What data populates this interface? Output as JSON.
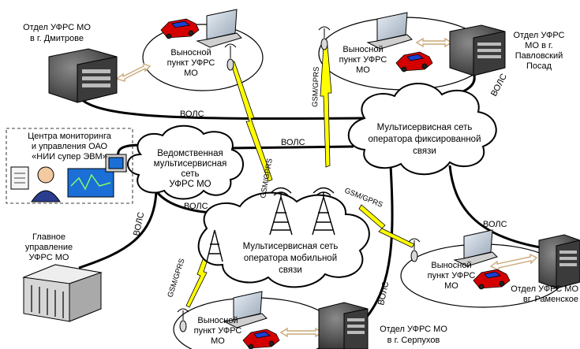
{
  "nodes": {
    "dmitrov": [
      "Отдел  УФРС МО",
      "в г. Дмитрове"
    ],
    "pavlovsky": [
      "Отдел  УФРС",
      "МО в г.",
      "Павловский",
      "Посад"
    ],
    "monitoring": [
      "Центра мониторинга",
      "и управления ОАО",
      "«НИИ супер ЭВМ»"
    ],
    "main_office": [
      "Главное",
      "управление",
      "УФРС МО"
    ],
    "ramenskoe": [
      "Отдел УФРС МО",
      "вг. Раменское"
    ],
    "serpukhov": [
      "Отдел  УФРС МО",
      "в г. Серпухов"
    ]
  },
  "remote_points": {
    "top_left": [
      "Выносной",
      "пункт УФРС",
      "МО"
    ],
    "top_right": [
      "Выносной",
      "пункт УФРС",
      "МО"
    ],
    "right": [
      "Выносной",
      "пункт УФРС",
      "МО"
    ],
    "bottom": [
      "Выносной",
      "пункт УФРС",
      "МО"
    ]
  },
  "clouds": {
    "fixed": [
      "Мультисервисная сеть",
      "оператора фиксированной",
      "связи"
    ],
    "departmental": [
      "Ведомственная",
      "мультисервисная",
      "сеть",
      "УФРС МО"
    ],
    "mobile": [
      "Мультисервисная сеть",
      "оператора мобильной",
      "связи"
    ]
  },
  "links": {
    "vols": "ВОЛС",
    "gsm": "GSM/GPRS"
  },
  "colors": {
    "lightning": "#ffff00",
    "car_body": "#d40000",
    "car_accent": "#1a3fd0",
    "link_arrow": "#caa877",
    "server_dark": "#2a2a2a",
    "line": "#000000"
  }
}
